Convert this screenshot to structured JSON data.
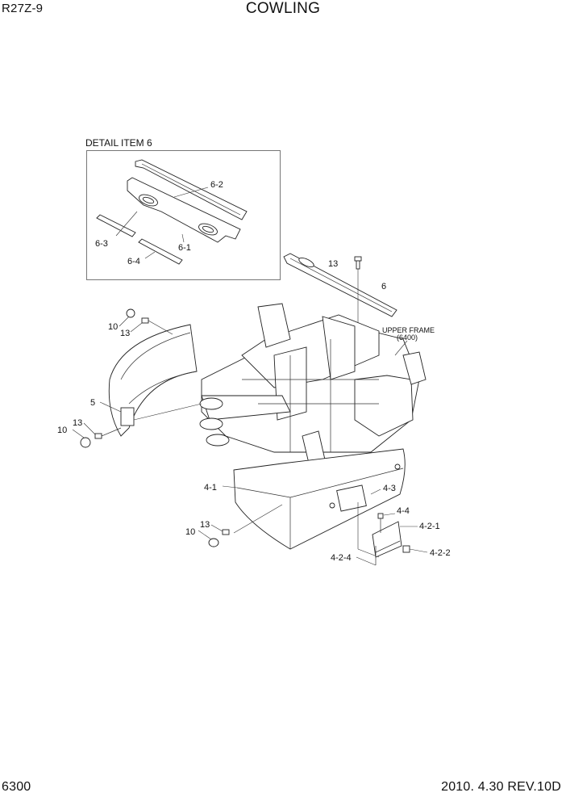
{
  "header": {
    "model": "R27Z-9",
    "title": "COWLING"
  },
  "footer": {
    "page_number": "6300",
    "revision": "2010. 4.30  REV.10D"
  },
  "detail": {
    "title": "DETAIL ITEM 6",
    "labels": [
      "6-2",
      "6-3",
      "6-1",
      "6-4"
    ]
  },
  "callouts": {
    "c13_top": "13",
    "c6": "6",
    "upper_frame": "UPPER FRAME",
    "upper_frame_ref": "(6400)",
    "c10_left_top": "10",
    "c13_left_top": "13",
    "c5": "5",
    "c13_left_bottom": "13",
    "c10_left_bottom": "10",
    "c4_1": "4-1",
    "c4_3": "4-3",
    "c4_4": "4-4",
    "c4_2_1": "4-2-1",
    "c13_bottom": "13",
    "c10_bottom": "10",
    "c4_2_4": "4-2-4",
    "c4_2_2": "4-2-2"
  }
}
